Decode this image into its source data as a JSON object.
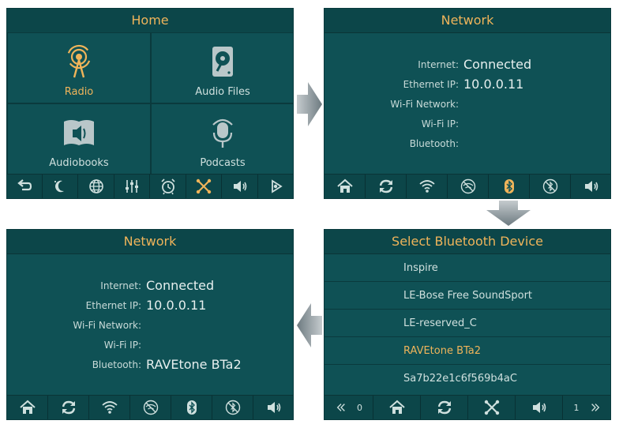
{
  "home": {
    "title": "Home",
    "tiles": [
      {
        "label": "Radio",
        "icon": "radio-tower-icon",
        "active": true
      },
      {
        "label": "Audio Files",
        "icon": "hard-disk-icon",
        "active": false
      },
      {
        "label": "Audiobooks",
        "icon": "audiobook-icon",
        "active": false
      },
      {
        "label": "Podcasts",
        "icon": "microphone-icon",
        "active": false
      }
    ],
    "toolbar": [
      "back-icon",
      "sleep-icon",
      "globe-icon",
      "equalizer-icon",
      "alarm-icon",
      "connect-icon",
      "speaker-icon",
      "app-icon"
    ],
    "toolbar_active": 5
  },
  "network1": {
    "title": "Network",
    "rows": [
      {
        "key": "Internet:",
        "value": "Connected"
      },
      {
        "key": "Ethernet IP:",
        "value": "10.0.0.11"
      },
      {
        "key": "Wi-Fi Network:",
        "value": ""
      },
      {
        "key": "Wi-Fi IP:",
        "value": ""
      },
      {
        "key": "Bluetooth:",
        "value": ""
      }
    ],
    "toolbar": [
      "home-icon",
      "refresh-icon",
      "wifi-icon",
      "wifi-off-icon",
      "bluetooth-icon",
      "bluetooth-off-icon",
      "speaker-icon"
    ],
    "toolbar_active": 4
  },
  "network2": {
    "title": "Network",
    "rows": [
      {
        "key": "Internet:",
        "value": "Connected"
      },
      {
        "key": "Ethernet IP:",
        "value": "10.0.0.11"
      },
      {
        "key": "Wi-Fi Network:",
        "value": ""
      },
      {
        "key": "Wi-Fi IP:",
        "value": ""
      },
      {
        "key": "Bluetooth:",
        "value": "RAVEtone BTa2"
      }
    ],
    "toolbar": [
      "home-icon",
      "refresh-icon",
      "wifi-icon",
      "wifi-off-icon",
      "bluetooth-icon",
      "bluetooth-off-icon",
      "speaker-icon"
    ],
    "toolbar_active": -1
  },
  "bt": {
    "title": "Select Bluetooth Device",
    "devices": [
      {
        "label": "Inspire",
        "selected": false
      },
      {
        "label": "LE-Bose Free SoundSport",
        "selected": false
      },
      {
        "label": "LE-reserved_C",
        "selected": false
      },
      {
        "label": "RAVEtone BTa2",
        "selected": true
      },
      {
        "label": "Sa7b22e1c6f569b4aC",
        "selected": false
      }
    ],
    "page_prev": "0",
    "page_next": "1"
  },
  "colors": {
    "accent": "#efb45a",
    "panel": "#0f5155",
    "text": "#cfe0de",
    "arrow": "#9aa3a6"
  }
}
